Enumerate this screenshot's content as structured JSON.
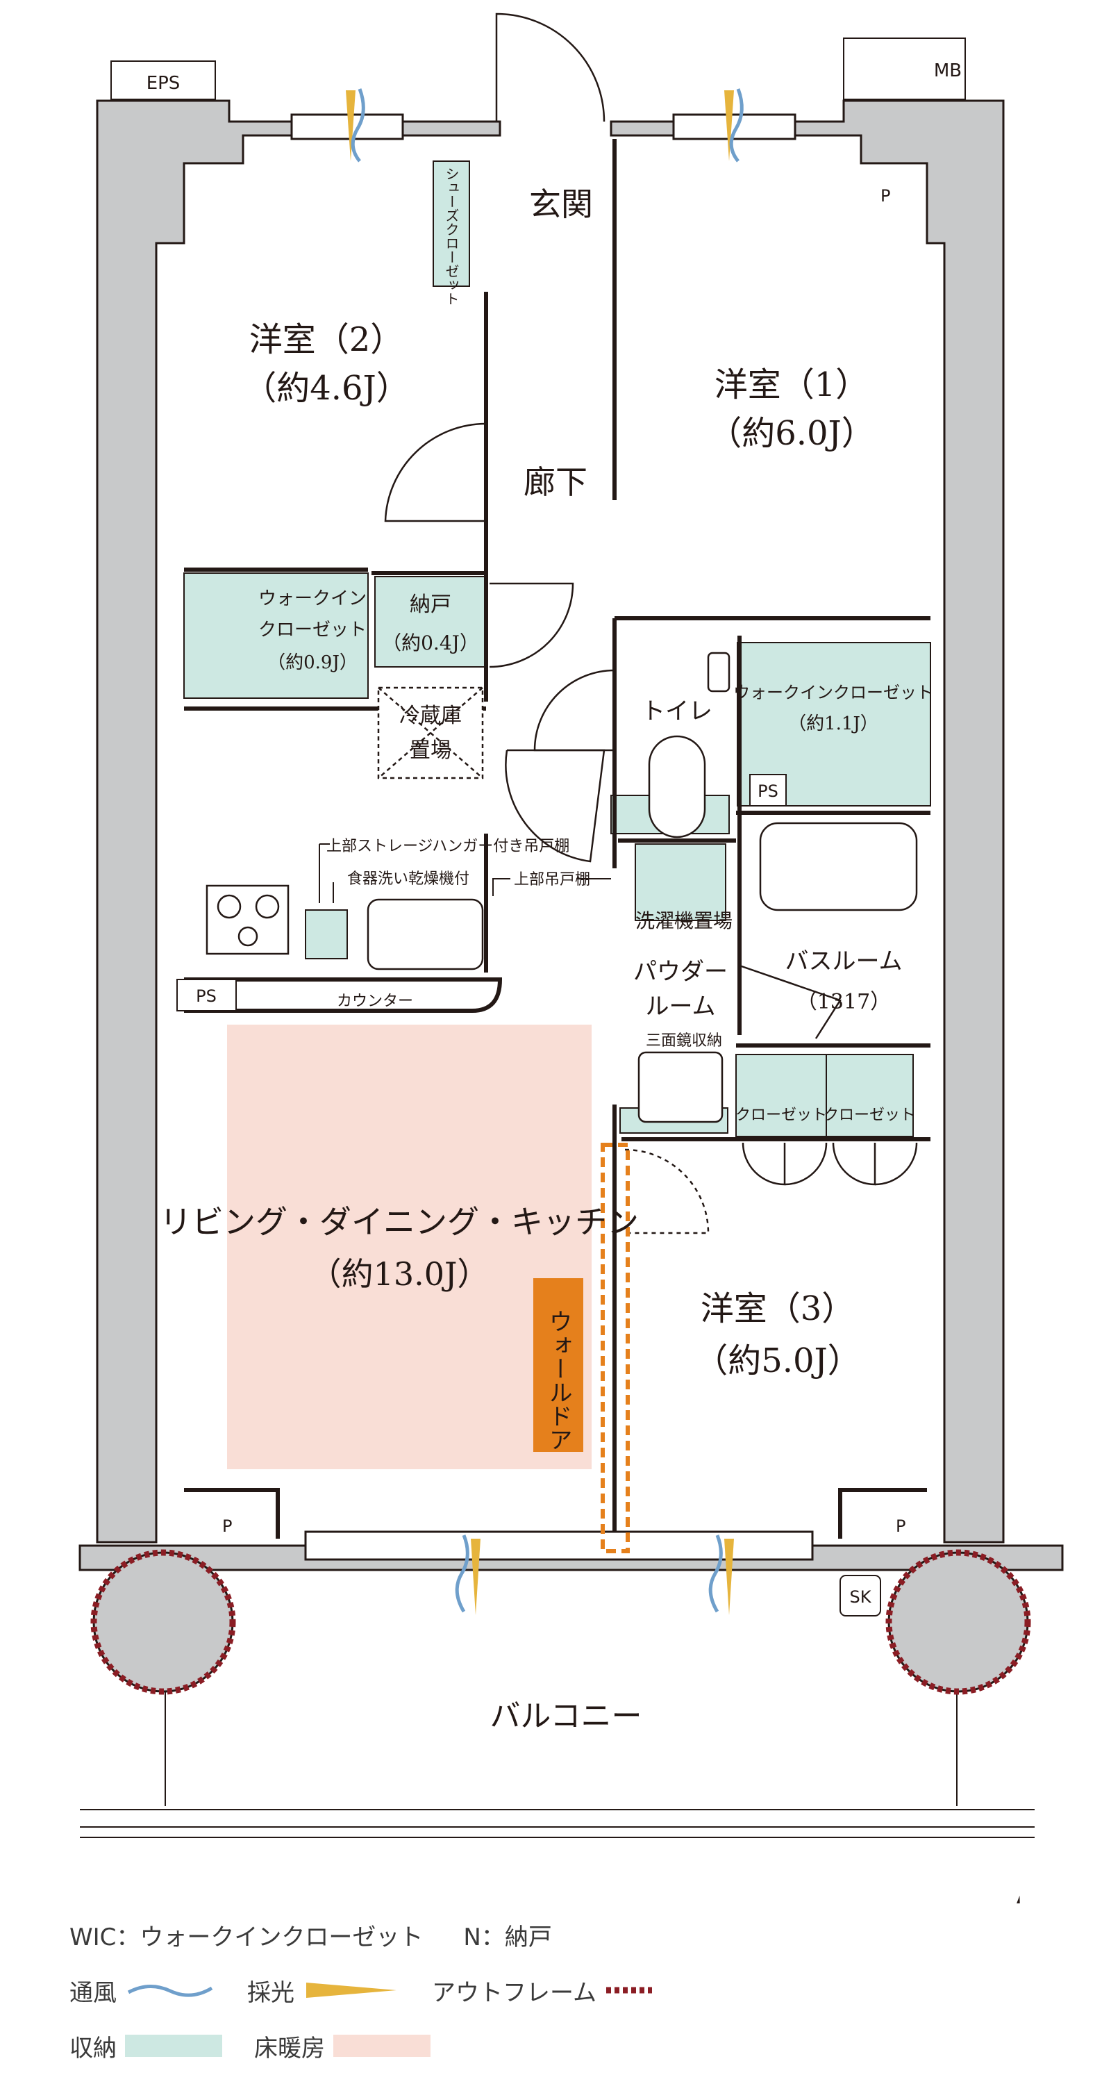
{
  "plan": {
    "rooms": {
      "western1_name": "洋室（1）",
      "western1_size": "（約6.0J）",
      "western2_name": "洋室（2）",
      "western2_size": "（約4.6J）",
      "western3_name": "洋室（3）",
      "western3_size": "（約5.0J）",
      "ldk_name": "リビング・ダイニング・キッチン",
      "ldk_size": "（約13.0J）",
      "entrance": "玄関",
      "corridor": "廊下",
      "toilet": "トイレ",
      "powder1": "パウダー",
      "powder2": "ルーム",
      "bath_name": "バスルーム",
      "bath_size": "（1317）",
      "balcony": "バルコニー"
    },
    "storage": {
      "wic_small1": "ウォークイン",
      "wic_small2": "クローゼット",
      "wic_small3": "（約0.9J）",
      "nando1": "納戸",
      "nando2": "（約0.4J）",
      "wic_large1": "ウォークインクローゼット",
      "wic_large2": "（約1.1J）",
      "shoe": "シューズクローゼット",
      "closet_a": "クローゼット",
      "closet_b": "クローゼット"
    },
    "labels": {
      "fridge1": "冷蔵庫",
      "fridge2": "置場",
      "upper_storage": "上部ストレージハンガー付き吊戸棚",
      "dishwasher": "食器洗い乾燥機付",
      "upper_cabinet": "上部吊戸棚",
      "counter": "カウンター",
      "washer": "洗濯機置場",
      "mirror": "三面鏡収納",
      "wall_door": "ウォールドア",
      "eps": "EPS",
      "mb": "MB",
      "ps": "PS",
      "p": "P",
      "sk": "SK",
      "north": "N"
    }
  },
  "legend": {
    "line1_abbrev1": "WIC：ウォークインクローゼット",
    "line1_abbrev2": "N：納戸",
    "ventilation": "通風",
    "daylight": "採光",
    "outframe": "アウトフレーム",
    "storage": "収納",
    "floor_heating": "床暖房",
    "colors": {
      "storage": "#cde8e2",
      "floor_heating": "#f9ded6",
      "ventilation": "#6f9fcb",
      "daylight": "#e6b43c",
      "outframe": "#8b1d24",
      "wall_door": "#e5801c"
    }
  }
}
